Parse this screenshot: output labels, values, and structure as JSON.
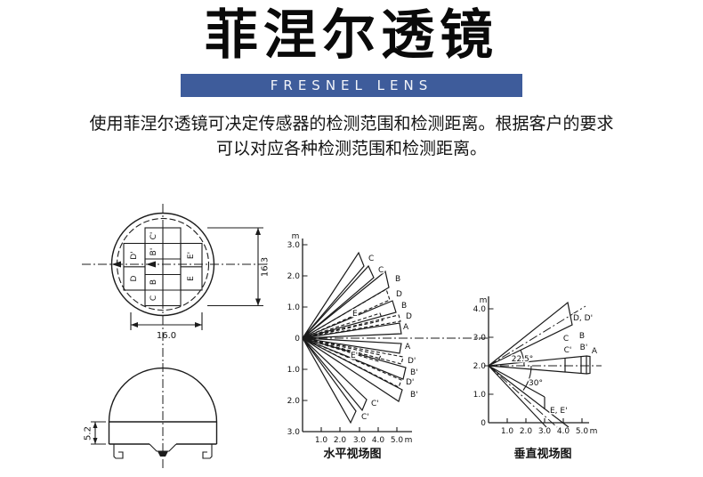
{
  "header": {
    "title": "菲涅尔透镜",
    "banner": "FRESNEL LENS"
  },
  "intro": {
    "line1": "使用菲涅尔透镜可决定传感器的检测范围和检测距离。根据客户的要求",
    "line2": "可以对应各种检测范围和检测距离。"
  },
  "colors": {
    "banner_bg": "#3e5c9b",
    "banner_text": "#f2f4f9",
    "ink": "#111111",
    "line": "#1c1c1c"
  },
  "lens_top_view": {
    "cells": {
      "c_top": "C'",
      "b_top": "B'",
      "b_bottom": "B",
      "c_bottom": "C",
      "d_top": "D'",
      "d_bottom": "D",
      "e_top": "E'",
      "e_bottom": "E"
    },
    "dim_height": "16.3",
    "dim_width": "16.0"
  },
  "lens_side_view": {
    "dim_height": "5.2"
  },
  "charts": {
    "horizontal": {
      "unit": "m",
      "y_ticks": [
        "3.0",
        "2.0",
        "1.0",
        "0",
        "1.0",
        "2.0",
        "3.0"
      ],
      "x_ticks": [
        "1.0",
        "2.0",
        "3.0",
        "4.0",
        "5.0"
      ],
      "x_unit": "m",
      "upper": [
        "C",
        "C",
        "B",
        "D",
        "B",
        "E",
        "D",
        "A"
      ],
      "lower": [
        "A",
        "E'",
        "D'",
        "B'",
        "D'",
        "B'",
        "C'",
        "C'"
      ],
      "caption": "水平视场图"
    },
    "vertical": {
      "unit": "m",
      "y_ticks": [
        "4.0",
        "3.0",
        "2.0",
        "1.0",
        "0"
      ],
      "x_ticks": [
        "1.0",
        "2.0",
        "3.0",
        "4.0",
        "5.0"
      ],
      "x_unit": "m",
      "labels": {
        "dd": "D, D'",
        "c": "C",
        "b": "B",
        "cp": "C'",
        "bp": "B'",
        "a": "A",
        "ee": "E, E'",
        "angle_up": "22.5°",
        "angle_down": "30°"
      },
      "caption": "垂直视场图"
    }
  },
  "chart_data": [
    {
      "type": "beam-fan",
      "title": "水平视场图",
      "units": "m",
      "x_range": [
        0,
        5
      ],
      "y_range": [
        -3,
        3
      ],
      "origin_m": [
        0,
        0
      ],
      "beams": [
        {
          "zone": "C",
          "side": "upper",
          "tip_m": [
            3.0,
            2.7
          ],
          "style": "solid"
        },
        {
          "zone": "C",
          "side": "upper",
          "tip_m": [
            3.5,
            2.3
          ],
          "style": "solid"
        },
        {
          "zone": "B",
          "side": "upper",
          "tip_m": [
            4.4,
            2.1
          ],
          "style": "solid"
        },
        {
          "zone": "D",
          "side": "upper",
          "tip_m": [
            4.5,
            1.6
          ],
          "style": "dashed"
        },
        {
          "zone": "B",
          "side": "upper",
          "tip_m": [
            4.8,
            1.2
          ],
          "style": "solid"
        },
        {
          "zone": "E",
          "side": "upper",
          "tip_m": [
            4.1,
            0.8
          ],
          "style": "dashed"
        },
        {
          "zone": "D",
          "side": "upper",
          "tip_m": [
            5.1,
            0.7
          ],
          "style": "dashed"
        },
        {
          "zone": "A",
          "side": "upper",
          "tip_m": [
            5.2,
            0.4
          ],
          "style": "solid"
        },
        {
          "zone": "A",
          "side": "lower",
          "tip_m": [
            5.2,
            -0.4
          ],
          "style": "solid"
        },
        {
          "zone": "E'",
          "side": "lower",
          "tip_m": [
            4.1,
            -0.8
          ],
          "style": "dashed"
        },
        {
          "zone": "D'",
          "side": "lower",
          "tip_m": [
            5.1,
            -0.7
          ],
          "style": "dashed"
        },
        {
          "zone": "B'",
          "side": "lower",
          "tip_m": [
            4.8,
            -1.2
          ],
          "style": "solid"
        },
        {
          "zone": "D'",
          "side": "lower",
          "tip_m": [
            4.5,
            -1.6
          ],
          "style": "dashed"
        },
        {
          "zone": "B'",
          "side": "lower",
          "tip_m": [
            4.4,
            -2.1
          ],
          "style": "solid"
        },
        {
          "zone": "C'",
          "side": "lower",
          "tip_m": [
            3.5,
            -2.3
          ],
          "style": "solid"
        },
        {
          "zone": "C'",
          "side": "lower",
          "tip_m": [
            3.0,
            -2.7
          ],
          "style": "solid"
        }
      ],
      "axis_labels": {
        "y_unit": "m",
        "x_unit": "m"
      },
      "grid": false
    },
    {
      "type": "beam-fan",
      "title": "垂直视场图",
      "units": "m",
      "x_range": [
        0,
        5
      ],
      "y_range": [
        0,
        4
      ],
      "mount_height_m": 2.0,
      "beams": [
        {
          "zone": "D, D'",
          "elevation": "+22.5°",
          "tip_m": [
            4.3,
            3.3
          ],
          "style": "solid"
        },
        {
          "zone": "C / C'",
          "elevation": "0°",
          "extent_m": 4.0,
          "style": "solid"
        },
        {
          "zone": "B / B'",
          "elevation": "0°",
          "extent_m": 4.9,
          "style": "solid"
        },
        {
          "zone": "A",
          "elevation": "0°",
          "extent_m": 5.2,
          "style": "solid"
        },
        {
          "zone": "E, E'",
          "elevation": "-30°",
          "tip_m": [
            3.0,
            0.0
          ],
          "style": "solid"
        }
      ],
      "annotations": [
        "22.5°",
        "30°"
      ],
      "grid": false
    }
  ]
}
